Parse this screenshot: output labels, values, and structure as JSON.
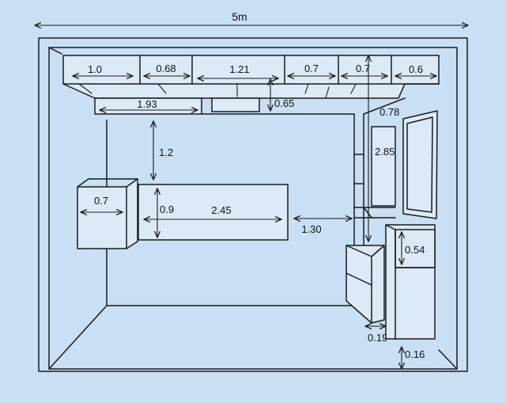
{
  "diagram": {
    "overall_width": "5m",
    "upper_cabinets": [
      "1.0",
      "0.68",
      "1.21",
      "0.7",
      "0.7",
      "0.6"
    ],
    "dimensions": {
      "shelf_width": "1.93",
      "hood_gap": "0.65",
      "shelf_to_island": "1.2",
      "side_cabinet_width": "0.7",
      "island_depth": "0.9",
      "island_length": "2.45",
      "island_to_counter": "1.30",
      "right_wall_height": "0.78",
      "tall_unit_height": "2.85",
      "fridge_upper": "0.54",
      "counter_depth": "0.19",
      "plinth_height": "0.16"
    }
  }
}
